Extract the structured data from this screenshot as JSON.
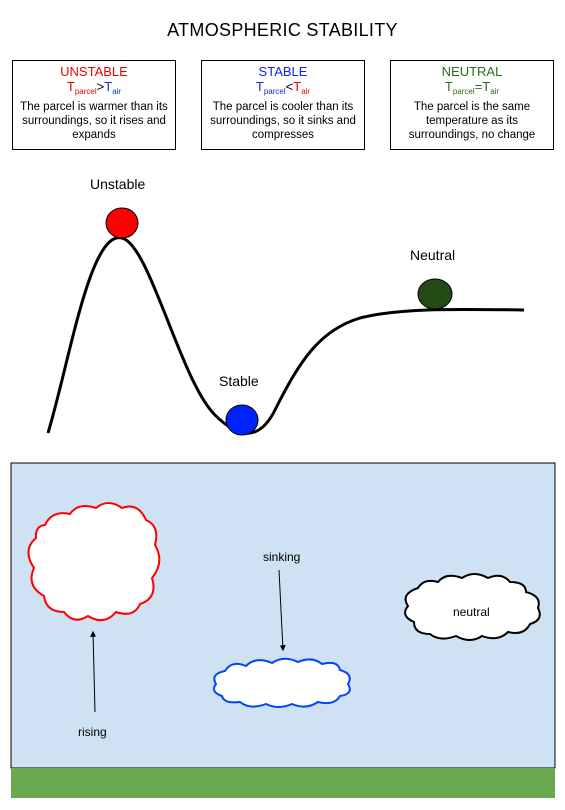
{
  "title": "ATMOSPHERIC STABILITY",
  "cards": [
    {
      "name": "UNSTABLE",
      "name_color": "#ee0000",
      "t": "T",
      "sub_left": "parcel",
      "op": ">",
      "sub_right": "air",
      "left_color": "#ee0000",
      "right_color": "#1122ee",
      "desc": "The parcel is warmer than its surroundings, so it rises and expands"
    },
    {
      "name": "STABLE",
      "name_color": "#1122ee",
      "t": "T",
      "sub_left": "parcel",
      "op": "<",
      "sub_right": "air",
      "left_color": "#1122ee",
      "right_color": "#ee0000",
      "desc": "The parcel is cooler than its surroundings, so it sinks and compresses"
    },
    {
      "name": "NEUTRAL",
      "name_color": "#2e6b1a",
      "t": "T",
      "sub_left": "parcel",
      "op": "=",
      "sub_right": "air",
      "left_color": "#2e6b1a",
      "right_color": "#2e6b1a",
      "desc": "The parcel is the same temperature as its surroundings, no change"
    }
  ],
  "curve_labels": {
    "unstable": "Unstable",
    "stable": "Stable",
    "neutral": "Neutral"
  },
  "ball_colors": {
    "unstable": "#ff0000",
    "stable": "#0022ff",
    "neutral": "#244b16"
  },
  "scene": {
    "sky_color": "#cfe2f3",
    "ground_color": "#6aa84f",
    "rising": "rising",
    "sinking": "sinking",
    "neutral": "neutral",
    "cloud_colors": {
      "rising": "#ff0000",
      "sinking": "#0044ff",
      "neutral": "#000000"
    }
  }
}
